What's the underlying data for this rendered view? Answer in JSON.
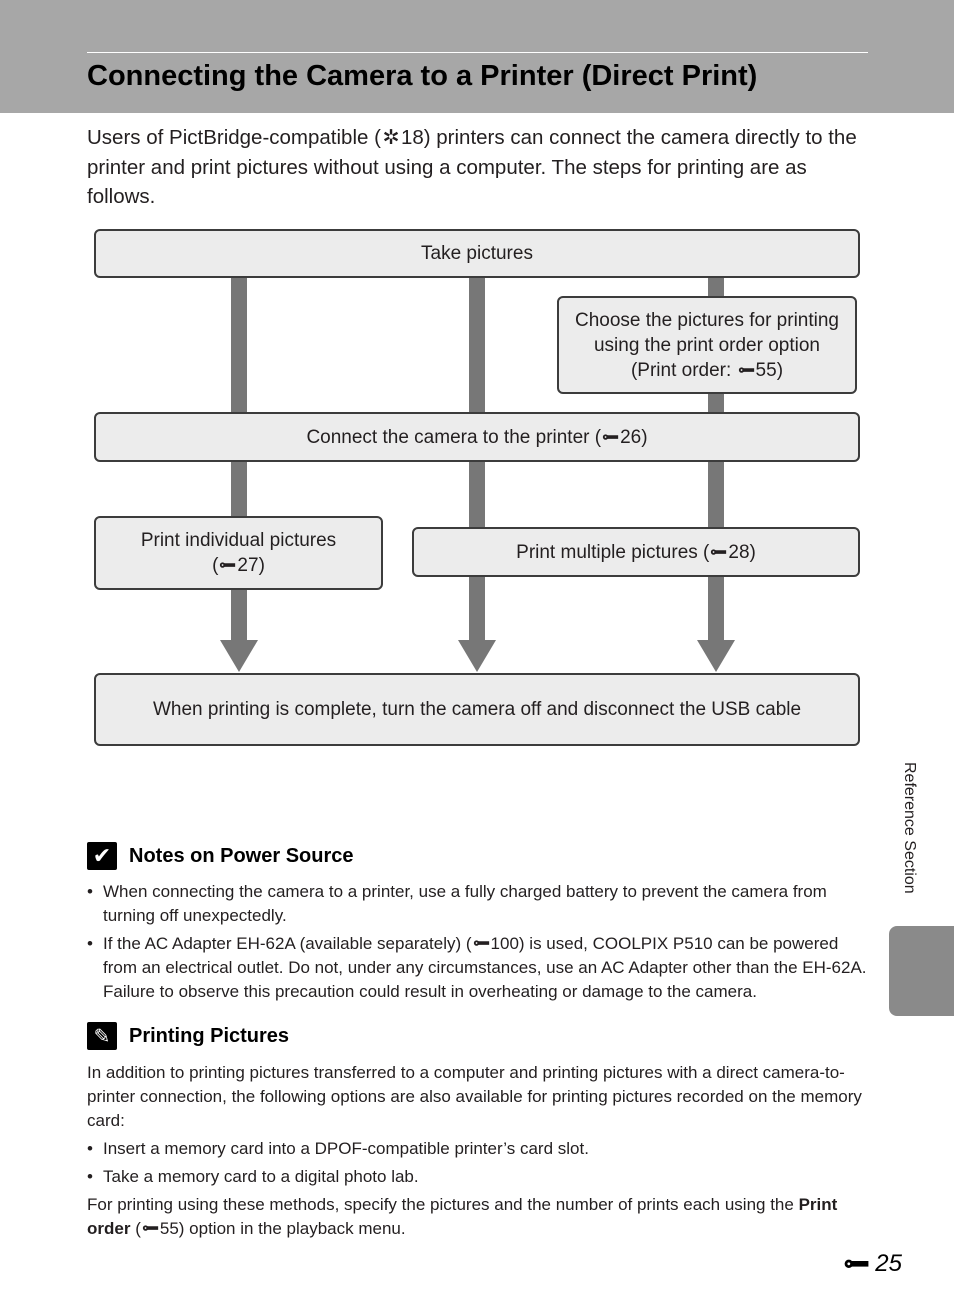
{
  "header": {
    "title": "Connecting the Camera to a Printer (Direct Print)"
  },
  "intro": {
    "before_ref": "Users of PictBridge-compatible (",
    "ref_page": "18",
    "after_ref": ") printers can connect the camera directly to the printer and print pictures without using a computer. The steps for printing are as follows."
  },
  "flow": {
    "take_pictures": "Take pictures",
    "choose_line1": "Choose the pictures for printing",
    "choose_line2": "using the print order option",
    "choose_line3_before": "(Print order: ",
    "choose_line3_ref": "55",
    "choose_line3_after": ")",
    "connect_before": "Connect the camera to the printer (",
    "connect_ref": "26",
    "connect_after": ")",
    "individual_line1": "Print individual pictures",
    "individual_before": "(",
    "individual_ref": "27",
    "individual_after": ")",
    "multiple_before": "Print multiple pictures (",
    "multiple_ref": "28",
    "multiple_after": ")",
    "complete": "When printing is complete, turn the camera off and disconnect the USB cable"
  },
  "notes_power": {
    "heading": "Notes on Power Source",
    "bullet1": "When connecting the camera to a printer, use a fully charged battery to prevent the camera from turning off unexpectedly.",
    "bullet2_before": "If the AC Adapter EH-62A (available separately) (",
    "bullet2_ref": "100",
    "bullet2_after": ") is used, COOLPIX P510 can be powered from an electrical outlet. Do not, under any circumstances, use an AC Adapter other than the EH-62A. Failure to observe this precaution could result in overheating or damage to the camera."
  },
  "printing_pictures": {
    "heading": "Printing Pictures",
    "para1": "In addition to printing pictures transferred to a computer and printing pictures with a direct camera-to-printer connection, the following options are also available for printing pictures recorded on the memory card:",
    "bullet1": "Insert a memory card into a DPOF-compatible printer’s card slot.",
    "bullet2": "Take a memory card to a digital photo lab.",
    "para2_before": "For printing using these methods, specify the pictures and the number of prints each using the ",
    "para2_bold": "Print order",
    "para2_open": " (",
    "para2_ref": "55",
    "para2_after": ") option in the playback menu."
  },
  "side_label": "Reference Section",
  "page_number": "25",
  "colors": {
    "header_band": "#a7a7a7",
    "flow_box": "#ececec",
    "flow_arrow": "#777777",
    "side_tab": "#8a8a8a"
  }
}
